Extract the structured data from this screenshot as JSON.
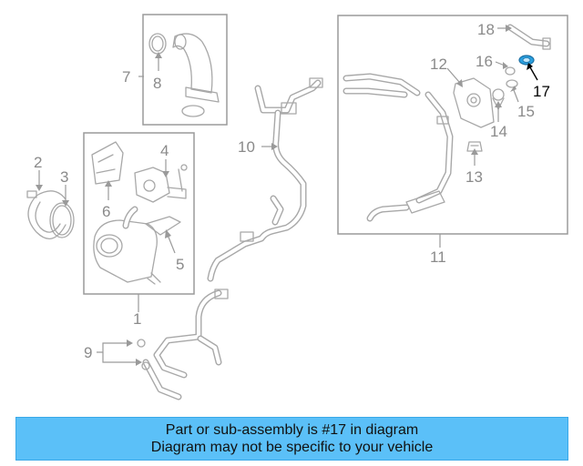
{
  "callouts": {
    "c1": "1",
    "c2": "2",
    "c3": "3",
    "c4": "4",
    "c5": "5",
    "c6": "6",
    "c7": "7",
    "c8": "8",
    "c9": "9",
    "c10": "10",
    "c11": "11",
    "c12": "12",
    "c13": "13",
    "c14": "14",
    "c15": "15",
    "c16": "16",
    "c17": "17",
    "c18": "18"
  },
  "highlighted_callout": "17",
  "colors": {
    "banner_background": "#5bc0f8",
    "highlight_ring": "#2aa0e0",
    "line_gray": "#a8a8a8",
    "label_gray": "#8a8a8a"
  },
  "banner": {
    "line1": "Part or sub-assembly is #17 in diagram",
    "line2": "Diagram may not be specific to your vehicle"
  }
}
